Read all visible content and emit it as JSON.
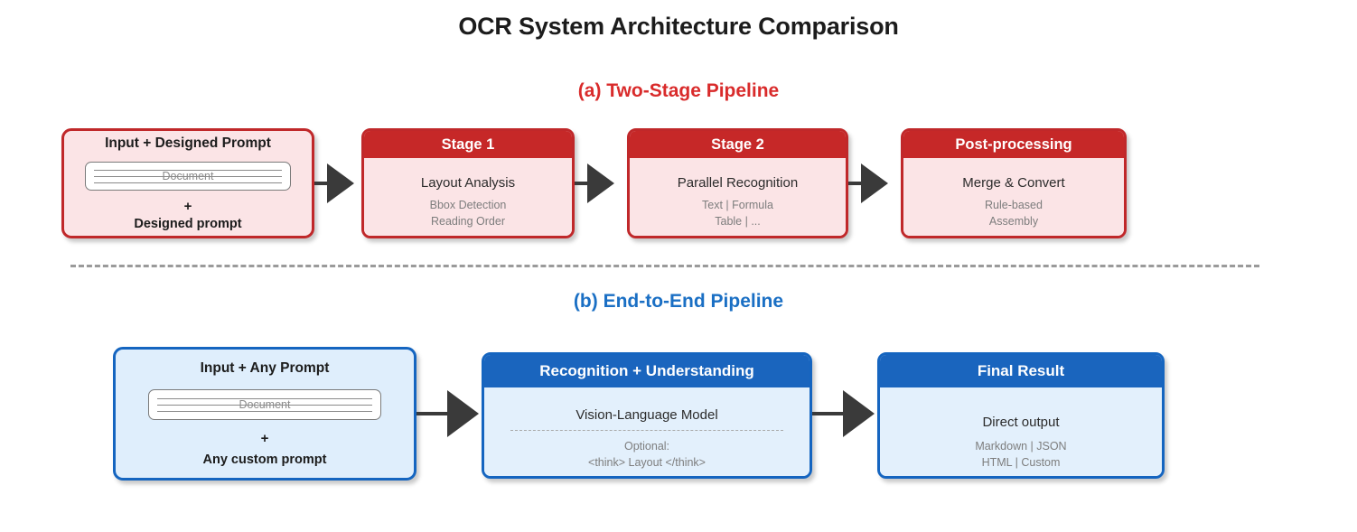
{
  "title": "OCR System Architecture Comparison",
  "colors": {
    "red_header": "#c62828",
    "red_border": "#c0282a",
    "red_fill": "#fbe4e6",
    "red_title": "#d92b2b",
    "blue_header": "#1a65be",
    "blue_border": "#1565c0",
    "blue_fill": "#e3f0fc",
    "blue_title": "#1a6fc4",
    "arrow": "#3a3a3a",
    "divider": "#9a9a9a"
  },
  "sections": [
    {
      "label": "(a) Two-Stage Pipeline",
      "input": {
        "title": "Input + Designed Prompt",
        "doc_label": "Document",
        "plus": "+",
        "prompt": "Designed prompt"
      },
      "nodes": [
        {
          "header": "Stage 1",
          "main": "Layout Analysis",
          "subs": [
            "Bbox Detection",
            "Reading Order"
          ]
        },
        {
          "header": "Stage 2",
          "main": "Parallel Recognition",
          "subs": [
            "Text | Formula",
            "Table | ..."
          ]
        },
        {
          "header": "Post-processing",
          "main": "Merge & Convert",
          "subs": [
            "Rule-based",
            "Assembly"
          ]
        }
      ]
    },
    {
      "label": "(b) End-to-End Pipeline",
      "input": {
        "title": "Input + Any Prompt",
        "doc_label": "Document",
        "plus": "+",
        "prompt": "Any custom prompt"
      },
      "nodes": [
        {
          "header": "Recognition + Understanding",
          "main": "Vision-Language Model",
          "subs": [
            "Optional:",
            "<think> Layout </think>"
          ]
        },
        {
          "header": "Final Result",
          "main": "Direct output",
          "subs": [
            "Markdown | JSON",
            "HTML | Custom"
          ]
        }
      ]
    }
  ]
}
